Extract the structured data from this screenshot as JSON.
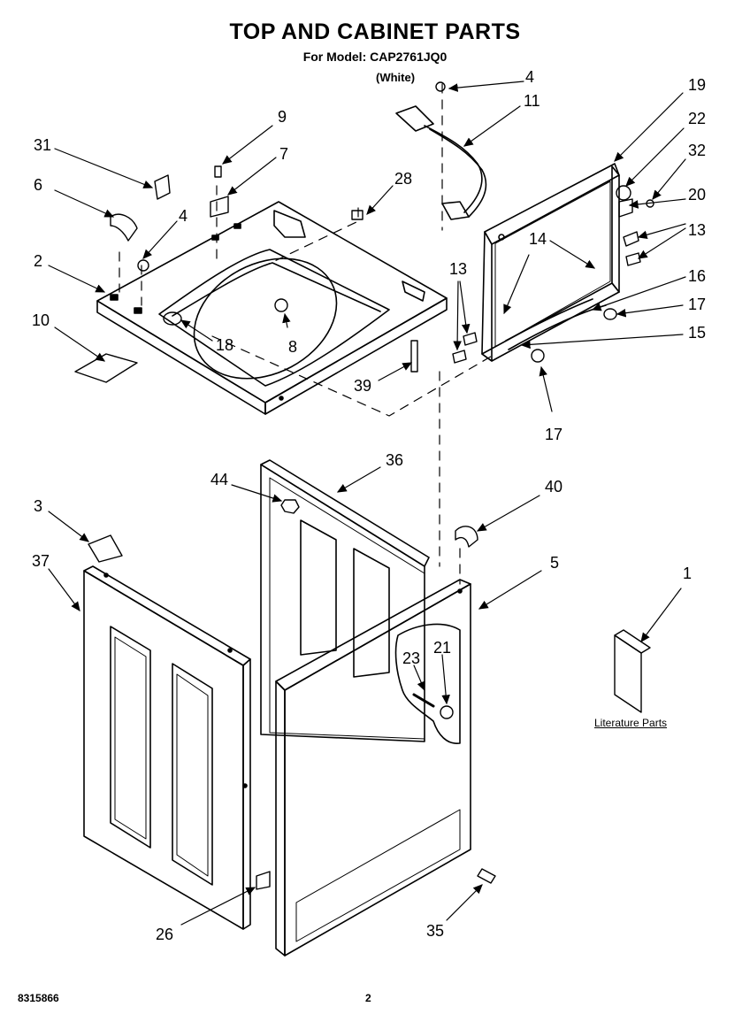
{
  "header": {
    "title": "TOP AND CABINET PARTS",
    "subtitle": "For Model: CAP2761JQ0",
    "color": "(White)"
  },
  "literature_label": "Literature Parts",
  "footer": {
    "doc_number": "8315866",
    "page": "2"
  },
  "callouts": {
    "c4a": "4",
    "c11": "11",
    "c19": "19",
    "c22": "22",
    "c32": "32",
    "c20": "20",
    "c13a": "13",
    "c14": "14",
    "c13b": "13",
    "c16": "16",
    "c17a": "17",
    "c15": "15",
    "c17b": "17",
    "c9": "9",
    "c7": "7",
    "c31": "31",
    "c28": "28",
    "c6": "6",
    "c4b": "4",
    "c2": "2",
    "c10": "10",
    "c18": "18",
    "c8": "8",
    "c39": "39",
    "c36": "36",
    "c44": "44",
    "c40": "40",
    "c3": "3",
    "c37": "37",
    "c5": "5",
    "c1": "1",
    "c23": "23",
    "c21": "21",
    "c26": "26",
    "c35": "35"
  }
}
